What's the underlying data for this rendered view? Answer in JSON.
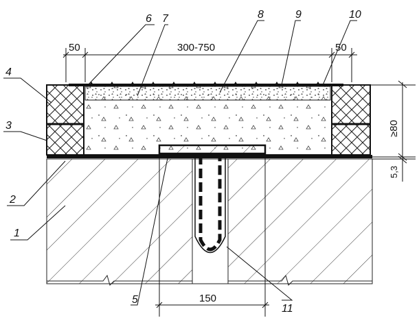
{
  "callouts": [
    "1",
    "2",
    "3",
    "4",
    "5",
    "6",
    "7",
    "8",
    "9",
    "10",
    "11"
  ],
  "dimensions": {
    "left_edge": "50",
    "span": "300-750",
    "right_edge": "50",
    "height": "≥80",
    "gap": "5,3",
    "joint_width": "150"
  },
  "colors": {
    "line": "#111111",
    "fill": "#f4f4f4"
  }
}
